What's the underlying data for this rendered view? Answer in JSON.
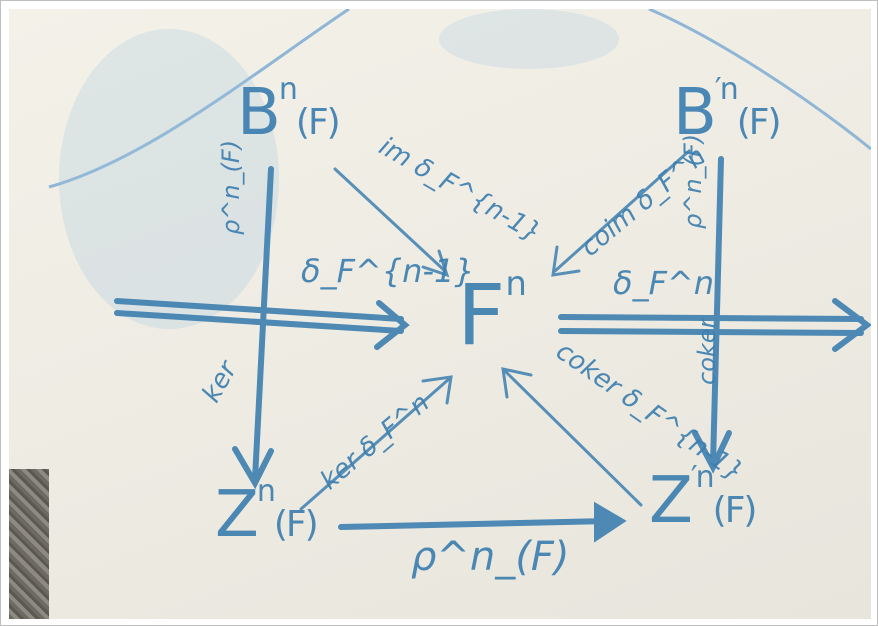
{
  "diagram": {
    "nodes": {
      "b_left": {
        "main": "B",
        "sup": "n",
        "sub": "(F)"
      },
      "b_right": {
        "main": "B",
        "sup": "′n",
        "sub": "(F)"
      },
      "f_center": {
        "main": "F",
        "sup": "n"
      },
      "z_left": {
        "main": "Z",
        "sup": "n",
        "sub": "(F)"
      },
      "z_right": {
        "main": "Z",
        "sup": "′n",
        "sub": "(F)"
      }
    },
    "labels": {
      "im": "im δ_F^{n-1}",
      "coim": "coim δ_F^n",
      "rho_left": "ρ^n_(F)",
      "rho_right": "ρ^n_(F)",
      "delta_left": "δ_F^{n-1}",
      "delta_right": "δ_F^n",
      "ker_left": "ker",
      "coker_right": "coker",
      "ker_diag": "ker δ_F^n",
      "coker_diag": "coker δ_F^{n-1}",
      "rho_bottom": "ρ^n_(F)"
    }
  },
  "colors": {
    "ink": "#3d7fb0",
    "fabric": "#f1efe6",
    "seam": "#8fb6d6"
  }
}
